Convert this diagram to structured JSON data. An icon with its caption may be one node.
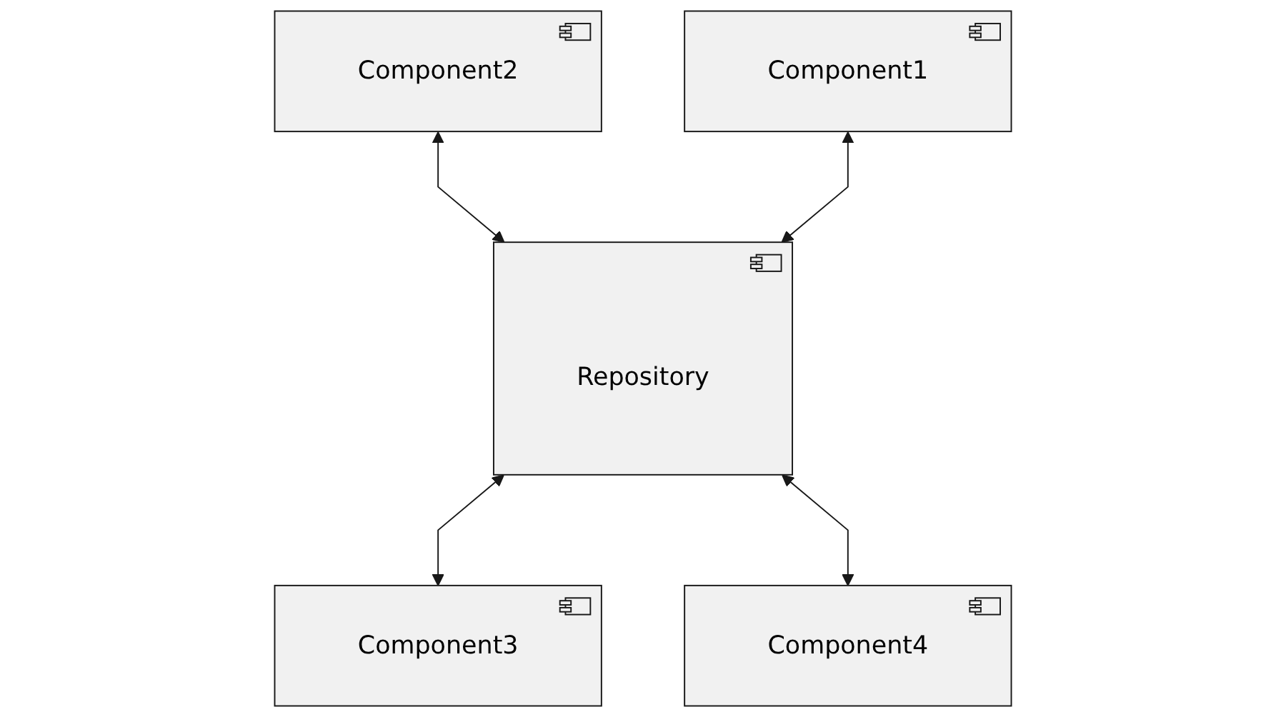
{
  "diagram": {
    "nodes": [
      {
        "text": [
          "Component2"
        ]
      },
      {
        "text": [
          "Component1"
        ]
      },
      {
        "text": [
          "Repository"
        ]
      },
      {
        "text": [
          "Component3"
        ]
      },
      {
        "text": [
          "Component4"
        ]
      }
    ],
    "edges": [
      {
        "from": 0,
        "to": 2,
        "arrow": "both"
      },
      {
        "from": 1,
        "to": 2,
        "arrow": "both"
      },
      {
        "from": 2,
        "to": 3,
        "arrow": "both"
      },
      {
        "from": 2,
        "to": 4,
        "arrow": "both"
      }
    ]
  }
}
